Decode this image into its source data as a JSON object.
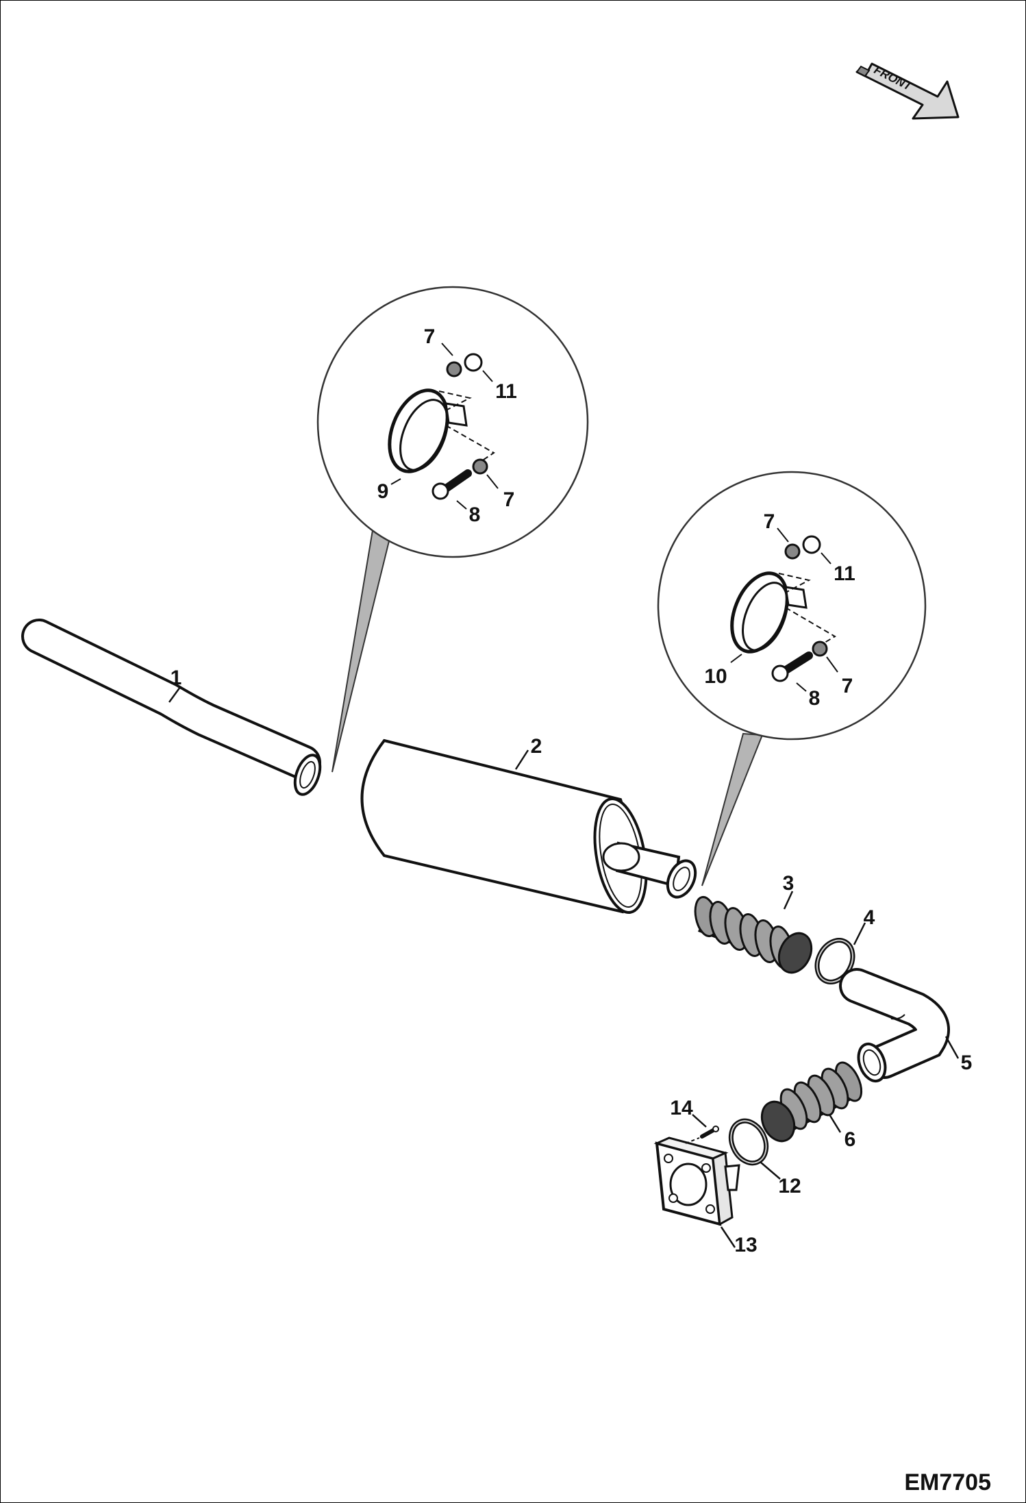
{
  "diagram": {
    "code": "EM7705",
    "direction_label": "FRONT",
    "callouts": {
      "c1": "1",
      "c2": "2",
      "c3": "3",
      "c4": "4",
      "c5": "5",
      "c6": "6",
      "c12": "12",
      "c13": "13",
      "c14": "14"
    },
    "detail_left": {
      "washer_top": "7",
      "nut": "11",
      "clamp": "9",
      "bolt": "8",
      "washer_bottom": "7"
    },
    "detail_right": {
      "washer_top": "7",
      "nut": "11",
      "clamp": "10",
      "bolt": "8",
      "washer_bottom": "7"
    }
  }
}
